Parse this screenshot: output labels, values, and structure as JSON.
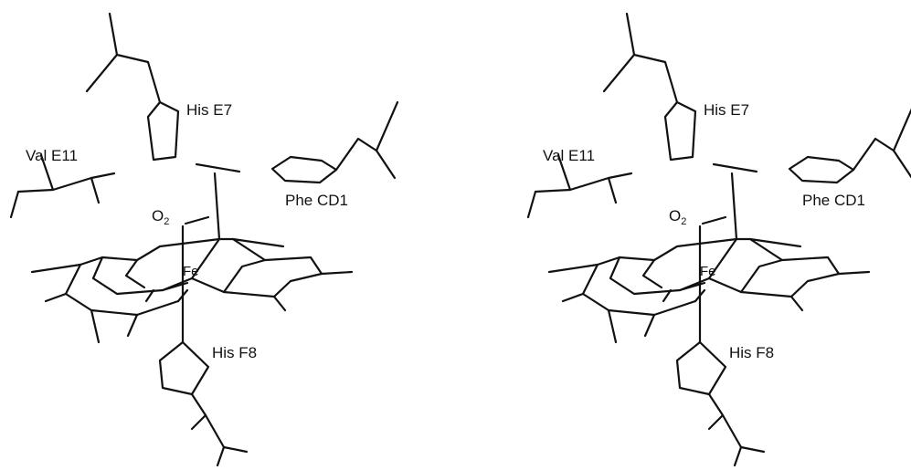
{
  "labels": {
    "his_e7": "His E7",
    "val_e11": "Val E11",
    "phe_cd1": "Phe CD1",
    "o2_main": "O",
    "o2_sub": "2",
    "fe": "Fe",
    "his_f8": "His F8"
  },
  "views": [
    "left",
    "right"
  ],
  "colors": {
    "ink": "#111111",
    "background": "#ffffff"
  }
}
